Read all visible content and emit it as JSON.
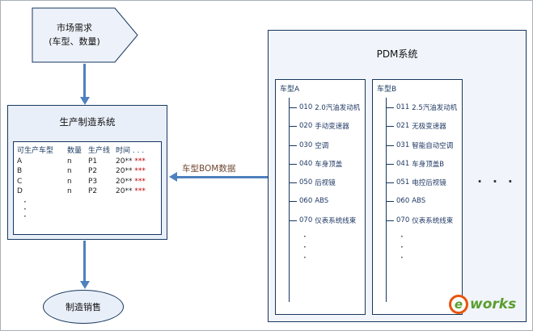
{
  "colors": {
    "border_navy": "#17375e",
    "node_fill": "#e9eff9",
    "pdm_fill": "#f1f5fb",
    "arrow_blue": "#4f81bd",
    "stars_red": "#c00000",
    "bom_label_brown": "#6e4632",
    "logo_orange": "#e8540c",
    "logo_green": "#5a9e2f"
  },
  "flowchart": {
    "market_demand": {
      "line1": "市场需求",
      "line2": "(车型、数量)"
    },
    "arrow_bom_label": "车型BOM数据",
    "production_system": {
      "title": "生产制造系统",
      "table": {
        "headers": [
          "可生产车型",
          "数量",
          "生产线",
          "时间 . . ."
        ],
        "rows": [
          {
            "model": "A",
            "qty": "n",
            "line": "P1",
            "time": "20**",
            "stars": "***"
          },
          {
            "model": "B",
            "qty": "n",
            "line": "P2",
            "time": "20**",
            "stars": "***"
          },
          {
            "model": "C",
            "qty": "n",
            "line": "P3",
            "time": "20**",
            "stars": "***"
          },
          {
            "model": "D",
            "qty": "n",
            "line": "P2",
            "time": "20**",
            "stars": "***"
          }
        ]
      }
    },
    "sales": {
      "label": "制造销售"
    },
    "pdm": {
      "title": "PDM系统",
      "models": [
        {
          "name": "车型A",
          "items": [
            {
              "code": "010",
              "name": "2.0汽油发动机"
            },
            {
              "code": "020",
              "name": "手动变速器"
            },
            {
              "code": "030",
              "name": "空调"
            },
            {
              "code": "040",
              "name": "车身顶盖"
            },
            {
              "code": "050",
              "name": "后视镜"
            },
            {
              "code": "060",
              "name": "ABS"
            },
            {
              "code": "070",
              "name": "仪表系统线束"
            }
          ]
        },
        {
          "name": "车型B",
          "items": [
            {
              "code": "011",
              "name": "2.5汽油发动机"
            },
            {
              "code": "021",
              "name": "无极变速器"
            },
            {
              "code": "031",
              "name": "智能自动空调"
            },
            {
              "code": "041",
              "name": "车身顶盖B"
            },
            {
              "code": "051",
              "name": "电控后视镜"
            },
            {
              "code": "060",
              "name": "ABS"
            },
            {
              "code": "070",
              "name": "仪表系统线束"
            }
          ]
        }
      ]
    }
  },
  "symbols": {
    "dot": "·",
    "hdots": "·  ·  ·"
  },
  "logo": {
    "e": "e",
    "works": "works"
  }
}
